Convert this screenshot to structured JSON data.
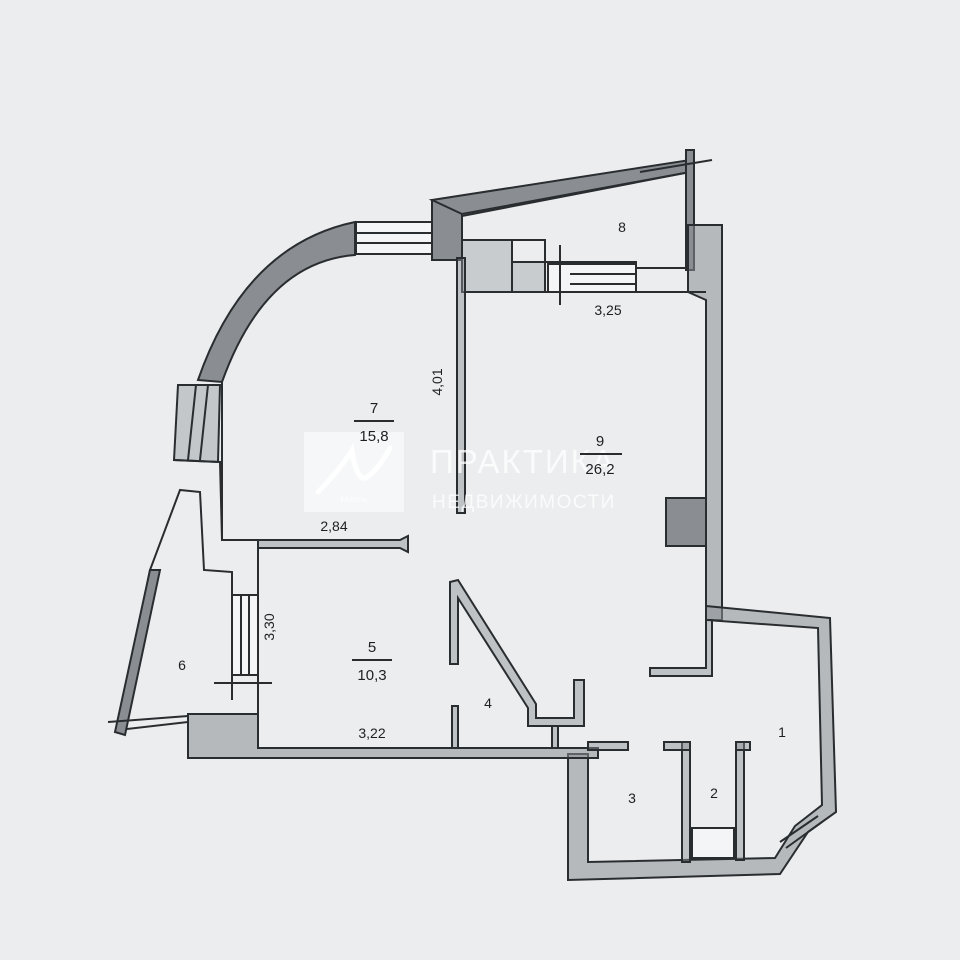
{
  "rooms": [
    {
      "id": "1",
      "number": "1",
      "area": ""
    },
    {
      "id": "2",
      "number": "2",
      "area": ""
    },
    {
      "id": "3",
      "number": "3",
      "area": ""
    },
    {
      "id": "4",
      "number": "4",
      "area": ""
    },
    {
      "id": "5",
      "number": "5",
      "area": "10,3"
    },
    {
      "id": "6",
      "number": "6",
      "area": ""
    },
    {
      "id": "7",
      "number": "7",
      "area": "15,8"
    },
    {
      "id": "8",
      "number": "8",
      "area": ""
    },
    {
      "id": "9",
      "number": "9",
      "area": "26,2"
    }
  ],
  "dimensions": {
    "d1": "3,25",
    "d2": "4,01",
    "d3": "2,84",
    "d4": "3,30",
    "d5": "3,22"
  },
  "watermark": {
    "line1": "ПРАКТИКА",
    "line2": "НЕДВИЖИМОСТИ",
    "logo_caption": "Миель",
    "logo_icon": "miel-logo"
  },
  "colors": {
    "paper": "#ecedef",
    "wall": "#8a8e92",
    "ink": "#2a2d30"
  }
}
